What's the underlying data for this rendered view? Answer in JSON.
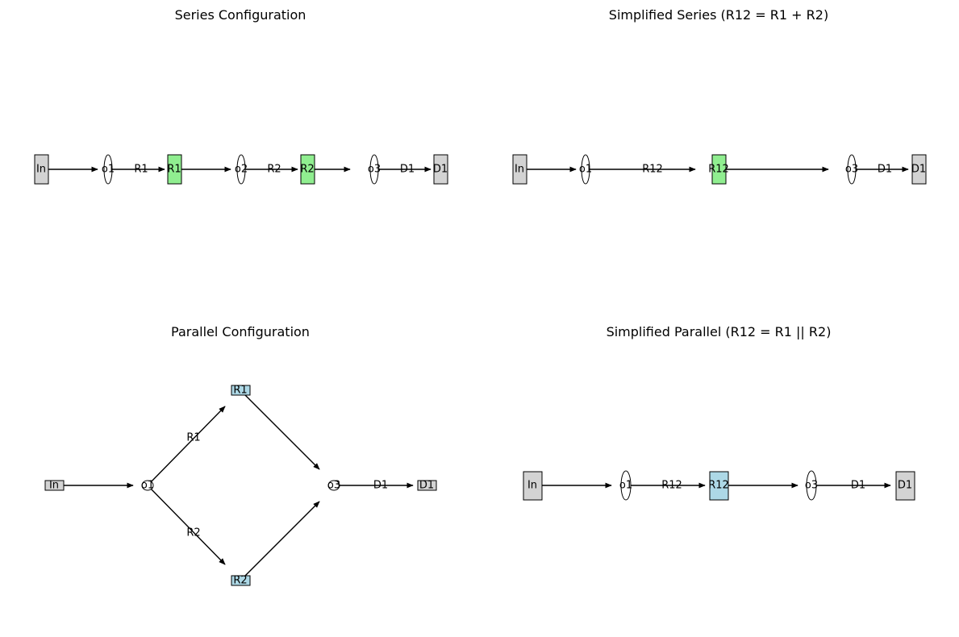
{
  "panels": {
    "series": {
      "title": "Series Configuration",
      "nodes": {
        "in": "In",
        "o1": "o1",
        "r1": "R1",
        "o2": "o2",
        "r2": "R2",
        "o3": "o3",
        "d1": "D1"
      },
      "edge_labels": {
        "r1": "R1",
        "r2": "R2",
        "d1": "D1"
      }
    },
    "simplified_series": {
      "title": "Simplified Series (R12 = R1 + R2)",
      "nodes": {
        "in": "In",
        "o1": "o1",
        "r12": "R12",
        "o3": "o3",
        "d1": "D1"
      },
      "edge_labels": {
        "r12": "R12",
        "d1": "D1"
      }
    },
    "parallel": {
      "title": "Parallel Configuration",
      "nodes": {
        "in": "In",
        "o1": "o1",
        "r1": "R1",
        "r2": "R2",
        "o3": "o3",
        "d1": "D1"
      },
      "edge_labels": {
        "r1": "R1",
        "r2": "R2",
        "d1": "D1"
      }
    },
    "simplified_parallel": {
      "title": "Simplified Parallel (R12 = R1 || R2)",
      "nodes": {
        "in": "In",
        "o1": "o1",
        "r12": "R12",
        "o3": "o3",
        "d1": "D1"
      },
      "edge_labels": {
        "r12": "R12",
        "d1": "D1"
      }
    }
  },
  "colors": {
    "terminal": "#d3d3d3",
    "series_resistor": "#90ee90",
    "parallel_resistor": "#add8e6",
    "junction": "#ffffff"
  }
}
